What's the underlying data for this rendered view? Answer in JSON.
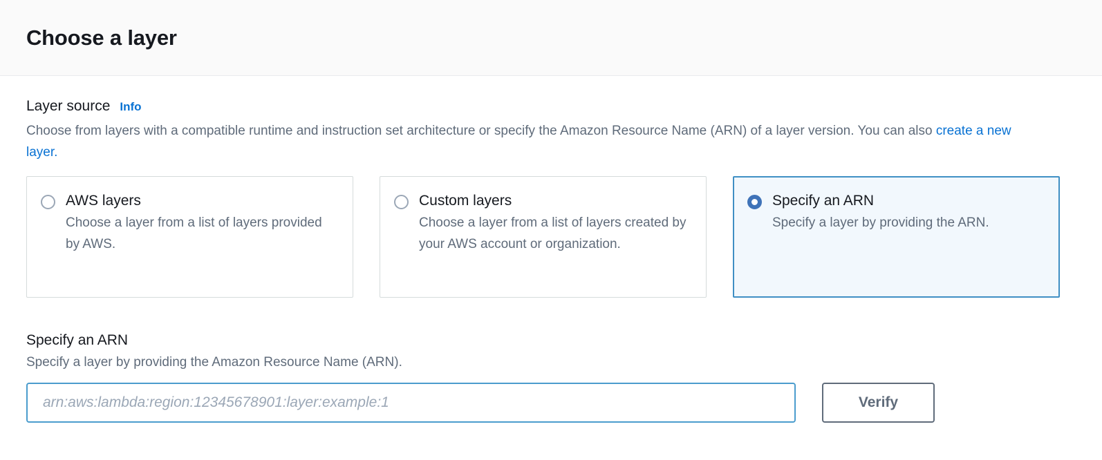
{
  "header": {
    "title": "Choose a layer"
  },
  "layer_source": {
    "label": "Layer source",
    "info_label": "Info",
    "description_part1": "Choose from layers with a compatible runtime and instruction set architecture or specify the Amazon Resource Name (ARN) of a layer version. You can also ",
    "description_link": "create a new layer.",
    "options": [
      {
        "title": "AWS layers",
        "description": "Choose a layer from a list of layers provided by AWS.",
        "selected": false
      },
      {
        "title": "Custom layers",
        "description": "Choose a layer from a list of layers created by your AWS account or organization.",
        "selected": false
      },
      {
        "title": "Specify an ARN",
        "description": "Specify a layer by providing the ARN.",
        "selected": true
      }
    ]
  },
  "arn_section": {
    "heading": "Specify an ARN",
    "description": "Specify a layer by providing the Amazon Resource Name (ARN).",
    "input_value": "",
    "input_placeholder": "arn:aws:lambda:region:12345678901:layer:example:1",
    "verify_label": "Verify"
  },
  "colors": {
    "link_blue": "#0972d3",
    "selected_border": "#3f8fc4",
    "selected_background": "#f2f8fd",
    "radio_selected": "#3f73b8",
    "input_focus_border": "#4a9ccd",
    "button_border": "#5f6b7a",
    "text_primary": "#16191f",
    "text_secondary": "#5f6b7a",
    "header_background": "#fafafa"
  }
}
